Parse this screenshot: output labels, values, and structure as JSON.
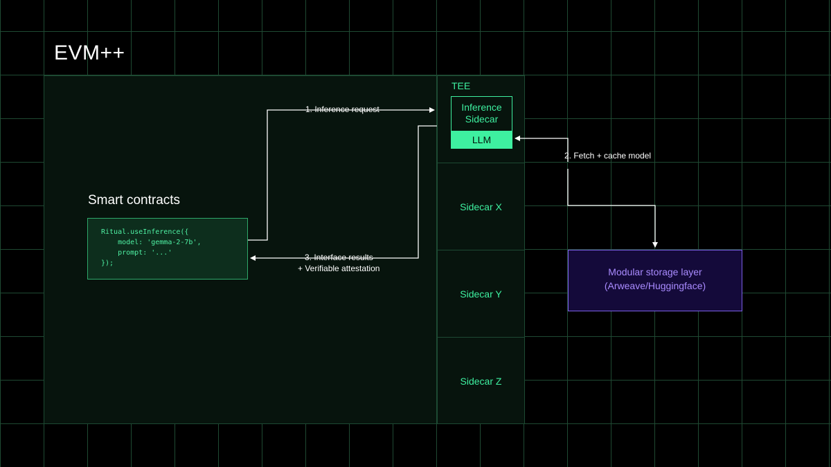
{
  "title": "EVM++",
  "smart_contracts": {
    "label": "Smart contracts",
    "code": [
      "Ritual.useInference({",
      "    model: 'gemma-2-7b',",
      "    prompt: '...'",
      "});"
    ]
  },
  "tee": {
    "label": "TEE",
    "inference_sidecar": "Inference\nSidecar",
    "llm": "LLM"
  },
  "sidecars": [
    "Sidecar X",
    "Sidecar Y",
    "Sidecar Z"
  ],
  "storage": {
    "line1": "Modular storage layer",
    "line2": "(Arweave/Huggingface)"
  },
  "flows": {
    "request": "1. Inference request",
    "fetch": "2. Fetch + cache model",
    "results": "3. Interface results",
    "attestation": "+ Verifiable attestation"
  },
  "colors": {
    "accent": "#3ef0a0",
    "background": "#000000",
    "panel": "#07140d",
    "grid": "#1f4a33",
    "storage_fill": "#140a3a",
    "storage_text": "#a98bff"
  }
}
